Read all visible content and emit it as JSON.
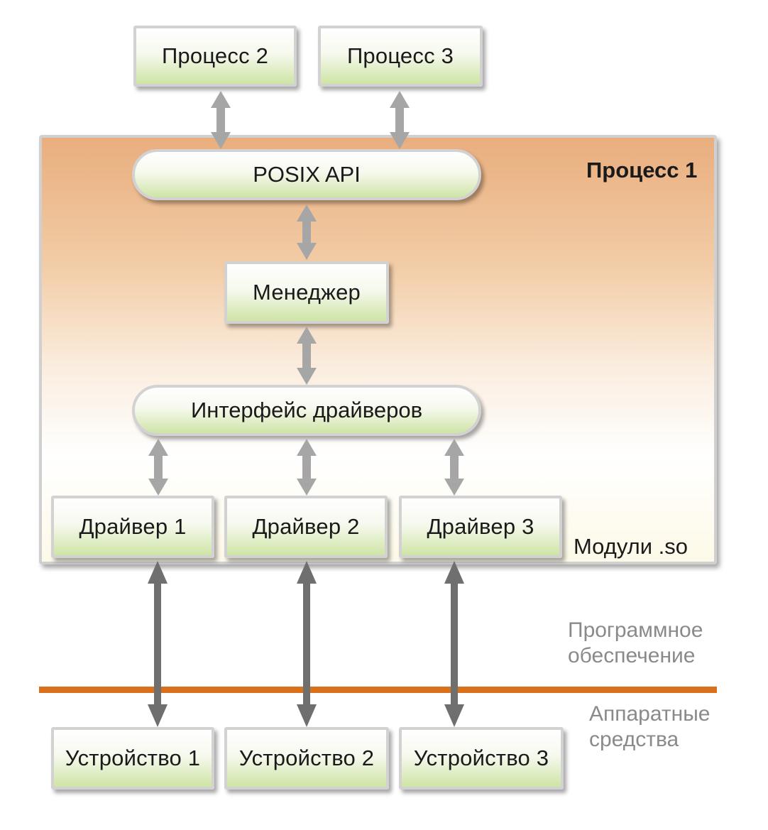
{
  "processes": {
    "process2": "Процесс 2",
    "process3": "Процесс 3",
    "process1_title": "Процесс 1"
  },
  "process1": {
    "posix_api": "POSIX API",
    "manager": "Менеджер",
    "driver_interface": "Интерфейс драйверов",
    "drivers": [
      "Драйвер 1",
      "Драйвер 2",
      "Драйвер 3"
    ],
    "modules_label": "Модули .so"
  },
  "layers": {
    "software": [
      "Программное",
      "обеспечение"
    ],
    "hardware": [
      "Аппаратные",
      "средства"
    ]
  },
  "devices": [
    "Устройство 1",
    "Устройство 2",
    "Устройство 3"
  ],
  "colors": {
    "separator_line": "#d9701c",
    "arrow_light": "#a6a6a6",
    "arrow_dark": "#6f6f6f",
    "box_green": "#cfe4a6",
    "process_orange": "#e9ae7e"
  }
}
